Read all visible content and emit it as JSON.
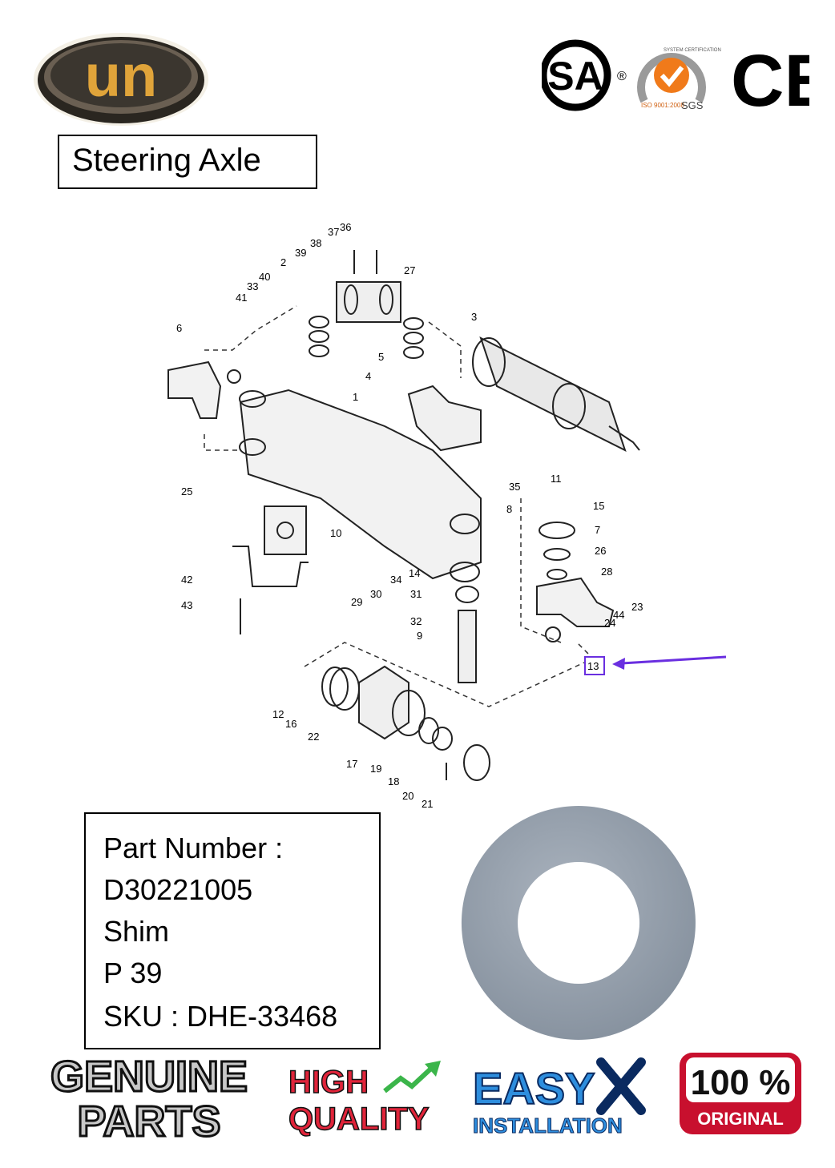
{
  "brand": {
    "logo_text": "un"
  },
  "certifications": {
    "csa": "SA",
    "sgs_ring": "SYSTEM CERTIFICATION",
    "sgs_iso": "ISO 9001:2008",
    "sgs_label": "SGS",
    "ce": "CE"
  },
  "header": {
    "title": "Steering Axle"
  },
  "diagram": {
    "callouts": [
      "36",
      "37",
      "38",
      "39",
      "2",
      "27",
      "40",
      "33",
      "41",
      "3",
      "6",
      "5",
      "4",
      "1",
      "35",
      "11",
      "8",
      "15",
      "7",
      "26",
      "28",
      "25",
      "10",
      "14",
      "34",
      "30",
      "29",
      "23",
      "44",
      "24",
      "31",
      "32",
      "9",
      "42",
      "43",
      "12",
      "16",
      "22",
      "17",
      "19",
      "18",
      "20",
      "21"
    ],
    "highlight": "13",
    "highlight_color": "#6a2fe0"
  },
  "part": {
    "number_label": "Part Number :",
    "number": "D30221005",
    "name": "Shim",
    "page": "P 39",
    "sku_label": "SKU :  DHE-33468"
  },
  "badges": {
    "genuine_1": "GENUINE",
    "genuine_2": "PARTS",
    "high": "HIGH",
    "quality": "QUALITY",
    "easy": "EASY",
    "installation": "INSTALLATION",
    "percent": "100 %",
    "original": "ORIGINAL"
  }
}
